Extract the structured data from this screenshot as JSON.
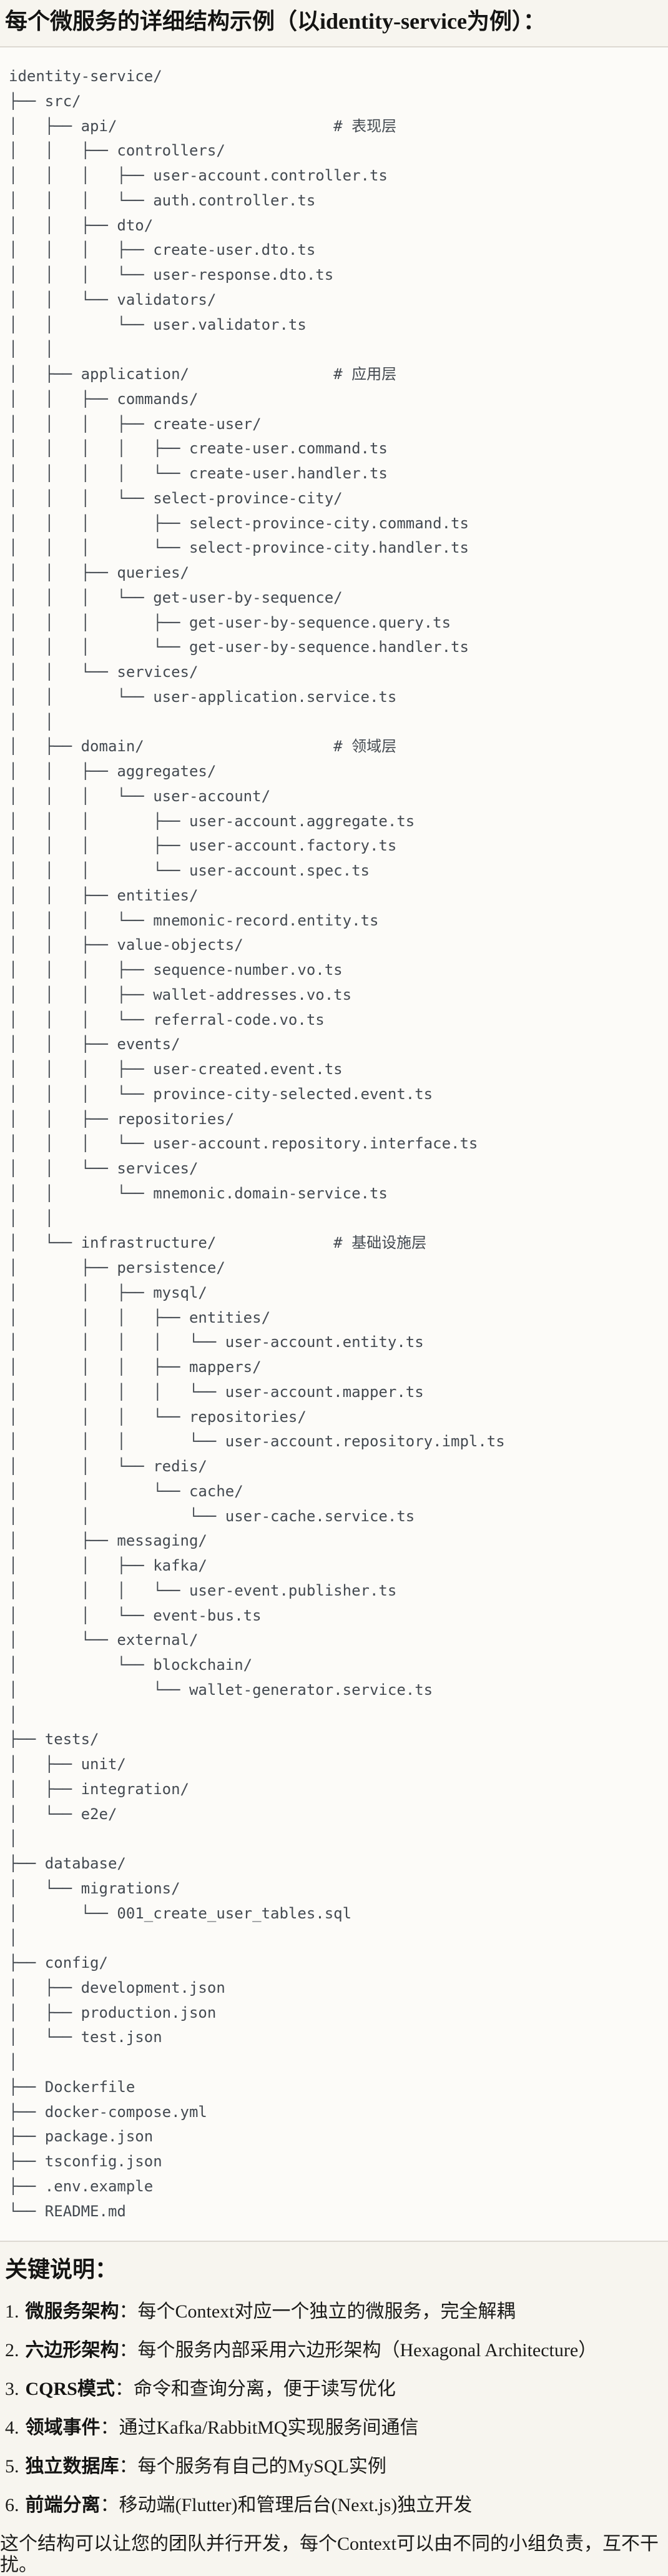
{
  "page": {
    "title": "每个微服务的详细结构示例（以identity-service为例）："
  },
  "code_block": {
    "language": "plaintext",
    "lines": [
      "identity-service/",
      "├── src/",
      "│   ├── api/                        # 表现层",
      "│   │   ├── controllers/",
      "│   │   │   ├── user-account.controller.ts",
      "│   │   │   └── auth.controller.ts",
      "│   │   ├── dto/",
      "│   │   │   ├── create-user.dto.ts",
      "│   │   │   └── user-response.dto.ts",
      "│   │   └── validators/",
      "│   │       └── user.validator.ts",
      "│   │",
      "│   ├── application/                # 应用层",
      "│   │   ├── commands/",
      "│   │   │   ├── create-user/",
      "│   │   │   │   ├── create-user.command.ts",
      "│   │   │   │   └── create-user.handler.ts",
      "│   │   │   └── select-province-city/",
      "│   │   │       ├── select-province-city.command.ts",
      "│   │   │       └── select-province-city.handler.ts",
      "│   │   ├── queries/",
      "│   │   │   └── get-user-by-sequence/",
      "│   │   │       ├── get-user-by-sequence.query.ts",
      "│   │   │       └── get-user-by-sequence.handler.ts",
      "│   │   └── services/",
      "│   │       └── user-application.service.ts",
      "│   │",
      "│   ├── domain/                     # 领域层",
      "│   │   ├── aggregates/",
      "│   │   │   └── user-account/",
      "│   │   │       ├── user-account.aggregate.ts",
      "│   │   │       ├── user-account.factory.ts",
      "│   │   │       └── user-account.spec.ts",
      "│   │   ├── entities/",
      "│   │   │   └── mnemonic-record.entity.ts",
      "│   │   ├── value-objects/",
      "│   │   │   ├── sequence-number.vo.ts",
      "│   │   │   ├── wallet-addresses.vo.ts",
      "│   │   │   └── referral-code.vo.ts",
      "│   │   ├── events/",
      "│   │   │   ├── user-created.event.ts",
      "│   │   │   └── province-city-selected.event.ts",
      "│   │   ├── repositories/",
      "│   │   │   └── user-account.repository.interface.ts",
      "│   │   └── services/",
      "│   │       └── mnemonic.domain-service.ts",
      "│   │",
      "│   └── infrastructure/             # 基础设施层",
      "│       ├── persistence/",
      "│       │   ├── mysql/",
      "│       │   │   ├── entities/",
      "│       │   │   │   └── user-account.entity.ts",
      "│       │   │   ├── mappers/",
      "│       │   │   │   └── user-account.mapper.ts",
      "│       │   │   └── repositories/",
      "│       │   │       └── user-account.repository.impl.ts",
      "│       │   └── redis/",
      "│       │       └── cache/",
      "│       │           └── user-cache.service.ts",
      "│       ├── messaging/",
      "│       │   ├── kafka/",
      "│       │   │   └── user-event.publisher.ts",
      "│       │   └── event-bus.ts",
      "│       └── external/",
      "│           └── blockchain/",
      "│               └── wallet-generator.service.ts",
      "│",
      "├── tests/",
      "│   ├── unit/",
      "│   ├── integration/",
      "│   └── e2e/",
      "│",
      "├── database/",
      "│   └── migrations/",
      "│       └── 001_create_user_tables.sql",
      "│",
      "├── config/",
      "│   ├── development.json",
      "│   ├── production.json",
      "│   └── test.json",
      "│",
      "├── Dockerfile",
      "├── docker-compose.yml",
      "├── package.json",
      "├── tsconfig.json",
      "├── .env.example",
      "└── README.md"
    ]
  },
  "notes": {
    "heading": "关键说明：",
    "items": [
      {
        "num": "1.",
        "term": "微服务架构",
        "desc": "：每个Context对应一个独立的微服务，完全解耦"
      },
      {
        "num": "2.",
        "term": "六边形架构",
        "desc": "：每个服务内部采用六边形架构（Hexagonal Architecture）"
      },
      {
        "num": "3.",
        "term": "CQRS模式",
        "desc": "：命令和查询分离，便于读写优化"
      },
      {
        "num": "4.",
        "term": "领域事件",
        "desc": "：通过Kafka/RabbitMQ实现服务间通信"
      },
      {
        "num": "5.",
        "term": "独立数据库",
        "desc": "：每个服务有自己的MySQL实例"
      },
      {
        "num": "6.",
        "term": "前端分离",
        "desc": "：移动端(Flutter)和管理后台(Next.js)独立开发"
      }
    ],
    "footer": "这个结构可以让您的团队并行开发，每个Context可以由不同的小组负责，互不干扰。"
  }
}
